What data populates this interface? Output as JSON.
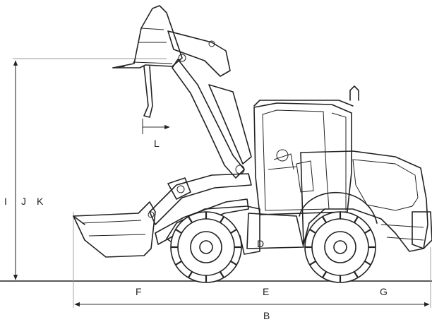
{
  "labels": {
    "I": "I",
    "J": "J",
    "K": "K",
    "L": "L",
    "D": "D",
    "F": "F",
    "E": "E",
    "G": "G",
    "B": "B"
  }
}
